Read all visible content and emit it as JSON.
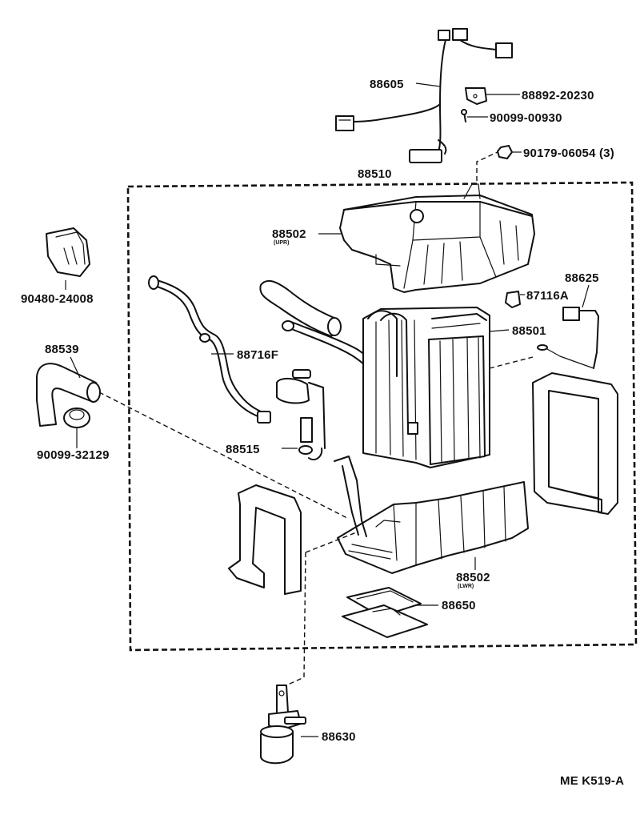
{
  "labels": {
    "p88605": "88605",
    "p88892": "88892-20230",
    "p90099_00930": "90099-00930",
    "p90179": "90179-06054 (3)",
    "p88510": "88510",
    "p88502_upr": "88502",
    "p88502_upr_sub": "(UPR)",
    "p88625": "88625",
    "p87116a": "87116A",
    "p90480": "90480-24008",
    "p88539": "88539",
    "p88716f": "88716F",
    "p88501": "88501",
    "p90099_32129": "90099-32129",
    "p88515": "88515",
    "p88502_lwr": "88502",
    "p88502_lwr_sub": "(LWR)",
    "p88650": "88650",
    "p88630": "88630",
    "code": "ME K519-A"
  }
}
